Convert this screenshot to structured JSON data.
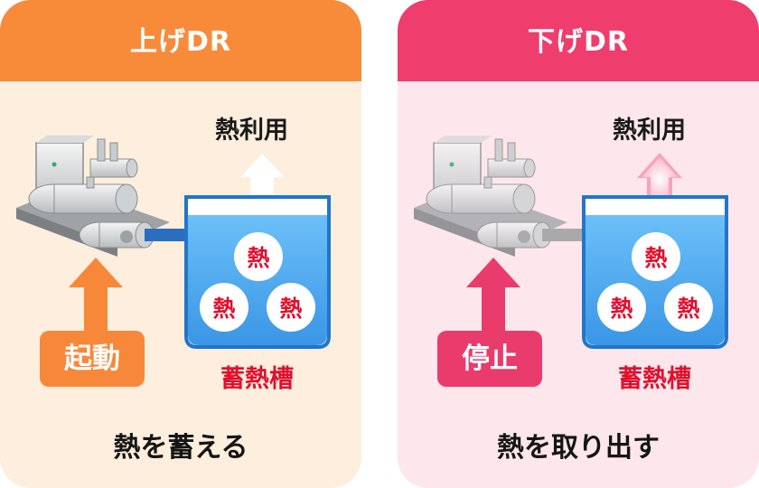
{
  "colors": {
    "left_accent": "#f78b3a",
    "right_accent": "#ef3d6e",
    "left_bg": "#fdeedd",
    "right_bg": "#fde6ec",
    "water": "#4aa7f0",
    "tank_rim": "#2275c9",
    "heat_text": "#e0102e"
  },
  "left": {
    "title": "上げDR",
    "heat_use": "熱利用",
    "action": "起動",
    "heat": "熱",
    "tank": "蓄熱槽",
    "caption": "熱を蓄える"
  },
  "right": {
    "title": "下げDR",
    "heat_use": "熱利用",
    "action": "停止",
    "heat": "熱",
    "tank": "蓄熱槽",
    "caption": "熱を取り出す"
  }
}
